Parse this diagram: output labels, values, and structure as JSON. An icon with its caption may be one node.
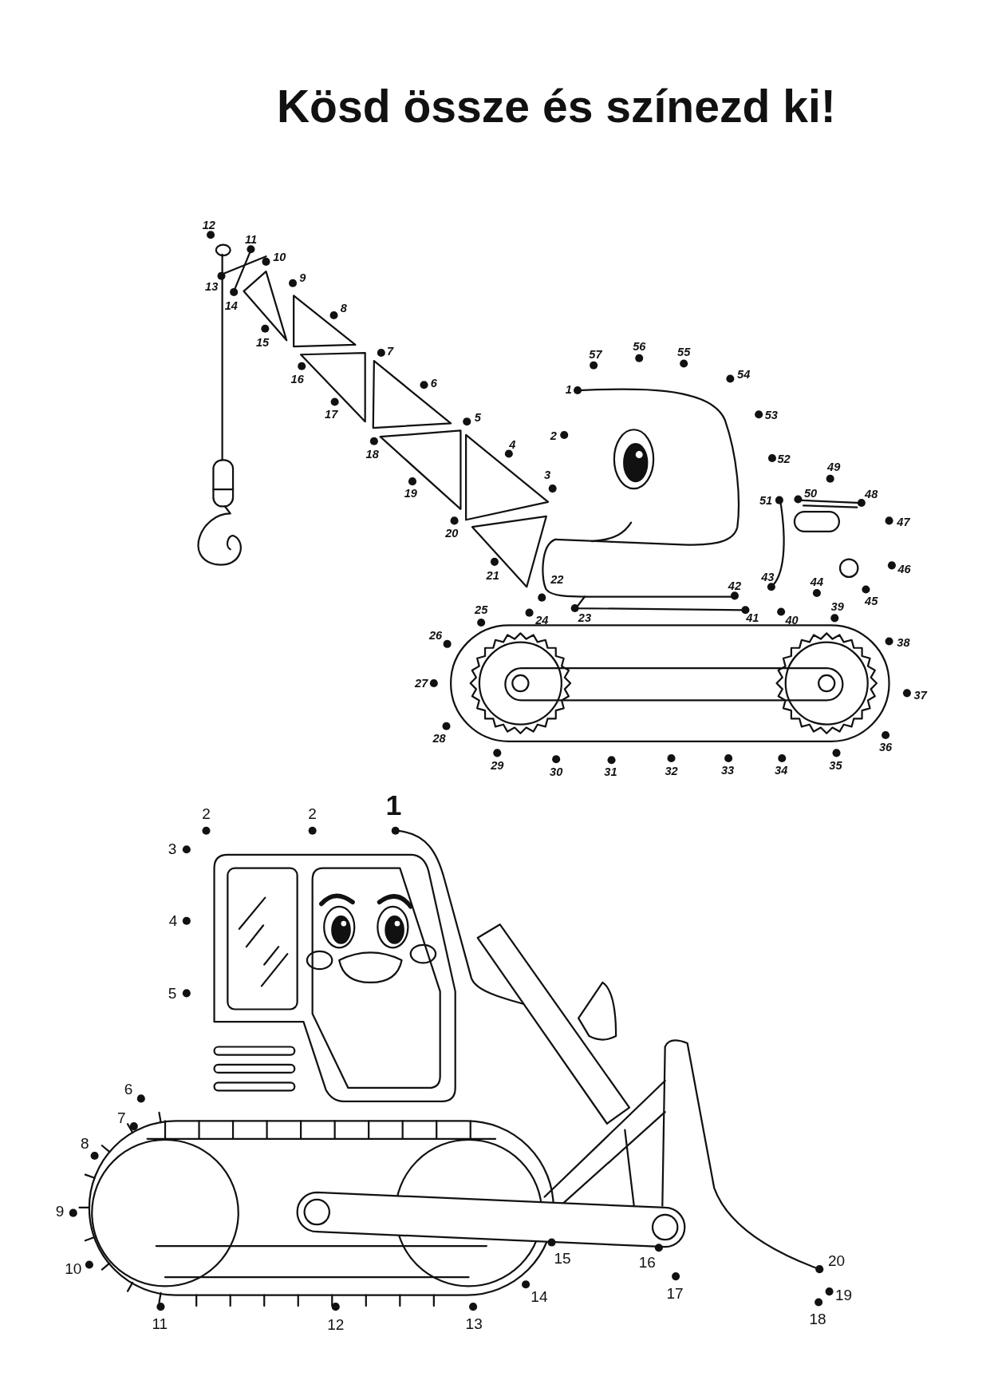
{
  "diagram": {
    "title": "Kösd össze és színezd ki!",
    "labels": [
      "1",
      "2",
      "3",
      "4",
      "5",
      "6",
      "7",
      "8",
      "9",
      "10",
      "11",
      "12",
      "13",
      "14",
      "15",
      "16",
      "17",
      "18",
      "19",
      "20",
      "21",
      "22",
      "24",
      "23",
      "25",
      "26",
      "27",
      "28",
      "29",
      "30",
      "31",
      "32",
      "33",
      "34",
      "35",
      "36",
      "37",
      "38",
      "39",
      "41",
      "40",
      "42",
      "43",
      "44",
      "45",
      "46",
      "47",
      "48",
      "49",
      "50",
      "51",
      "52",
      "53",
      "54",
      "55",
      "56",
      "57",
      "1",
      "2",
      "2",
      "3",
      "4",
      "5",
      "6",
      "7",
      "8",
      "9",
      "10",
      "11",
      "12",
      "13",
      "14",
      "15",
      "16",
      "17",
      "18",
      "19",
      "20"
    ]
  }
}
